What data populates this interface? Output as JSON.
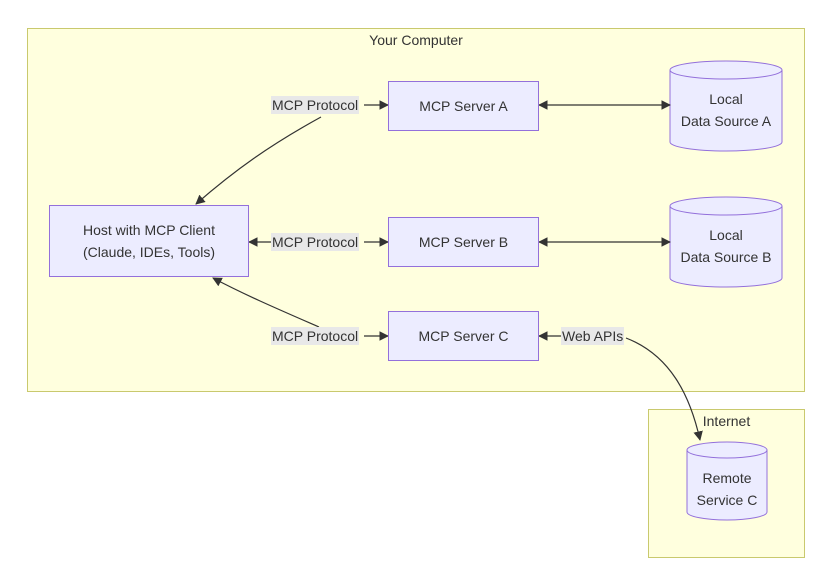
{
  "clusters": {
    "your_computer": {
      "title": "Your Computer"
    },
    "internet": {
      "title": "Internet"
    }
  },
  "nodes": {
    "host": {
      "line1": "Host with MCP Client",
      "line2": "(Claude, IDEs, Tools)"
    },
    "server_a": {
      "label": "MCP Server A"
    },
    "server_b": {
      "label": "MCP Server B"
    },
    "server_c": {
      "label": "MCP Server C"
    },
    "source_a": {
      "line1": "Local",
      "line2": "Data Source A"
    },
    "source_b": {
      "line1": "Local",
      "line2": "Data Source B"
    },
    "remote_c": {
      "line1": "Remote",
      "line2": "Service C"
    }
  },
  "edges": {
    "protocol_a": "MCP Protocol",
    "protocol_b": "MCP Protocol",
    "protocol_c": "MCP Protocol",
    "web_apis": "Web APIs"
  },
  "colors": {
    "cluster_fill": "#ffffde",
    "cluster_border": "#c9c96e",
    "node_fill": "#ececff",
    "node_border": "#9370db",
    "edge": "#333333",
    "label_bg": "#e8e8e8"
  }
}
